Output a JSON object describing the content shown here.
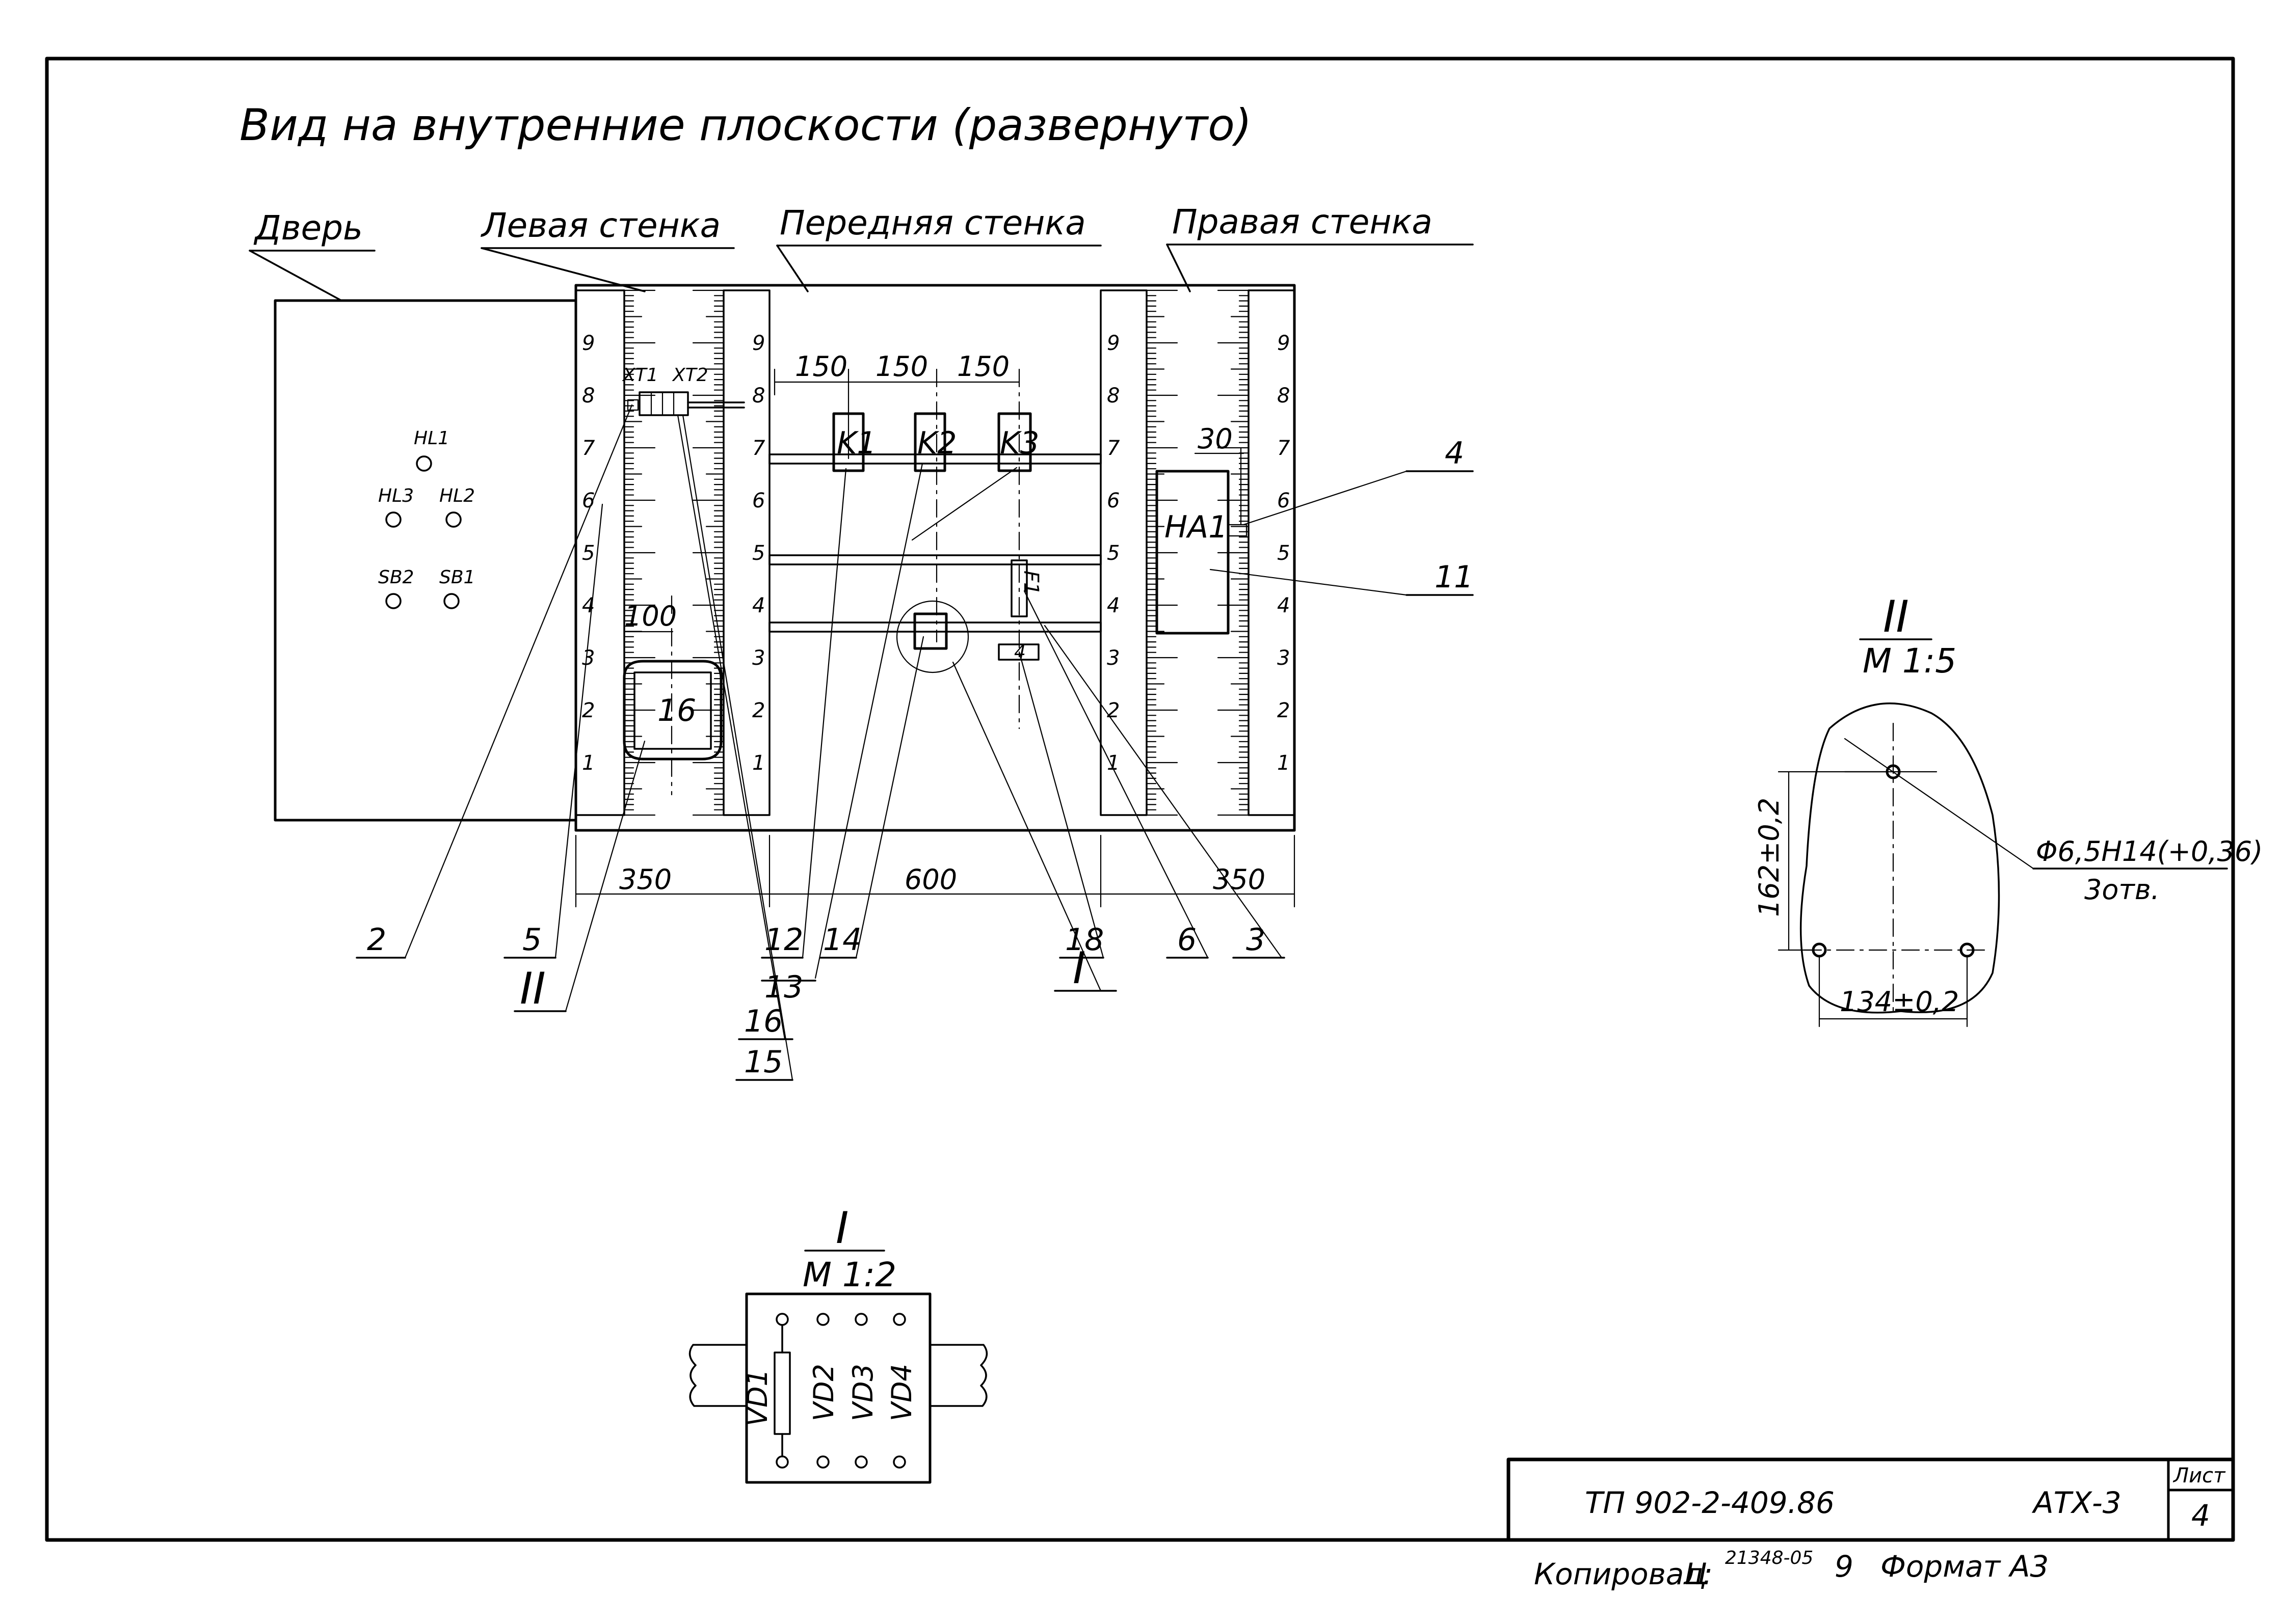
{
  "title": "Вид на внутренние плоскости (развернуто)",
  "walls": {
    "door": "Дверь",
    "left": "Левая стенка",
    "front": "Передняя стенка",
    "right": "Правая стенка"
  },
  "door_elements": [
    "HL1",
    "HL3",
    "HL2",
    "SB2",
    "SB1"
  ],
  "terminals": [
    "XT1",
    "XT2"
  ],
  "relays": [
    "K1",
    "K2",
    "K3"
  ],
  "ammeter": "HA1",
  "scale_ticks": [
    "1",
    "2",
    "3",
    "4",
    "5",
    "6",
    "7",
    "8",
    "9"
  ],
  "dimensions": {
    "relay_spacing": [
      "150",
      "150",
      "150"
    ],
    "offset_30": "30",
    "offset_100": "100",
    "bottom": [
      "350",
      "600",
      "350"
    ]
  },
  "box_label": "16",
  "small_labels": {
    "f_mark": "F1",
    "block": "4"
  },
  "callouts": [
    "4",
    "11",
    "2",
    "5",
    "12",
    "13",
    "14",
    "18",
    "6",
    "3",
    "16",
    "15"
  ],
  "view_refs": {
    "one": "I",
    "two": "II"
  },
  "detail_one": {
    "roman": "I",
    "scale": "М 1:2",
    "diodes": [
      "VD1",
      "VD2",
      "VD3",
      "VD4"
    ]
  },
  "detail_two": {
    "roman": "II",
    "scale": "М 1:5",
    "dim_vertical": "162±0,2",
    "dim_horizontal": "134±0,2",
    "hole": "Φ6,5H14(+0,36)",
    "holes_count": "3отв."
  },
  "title_block": {
    "doc_number": "ТП 902-2-409.86",
    "code": "АТХ-3",
    "sheet_label": "Лист",
    "sheet_number": "4"
  },
  "footer": {
    "copied": "Копировал:",
    "signature": "Ц",
    "order": "21348-05",
    "number": "9",
    "format": "Формат А3"
  }
}
